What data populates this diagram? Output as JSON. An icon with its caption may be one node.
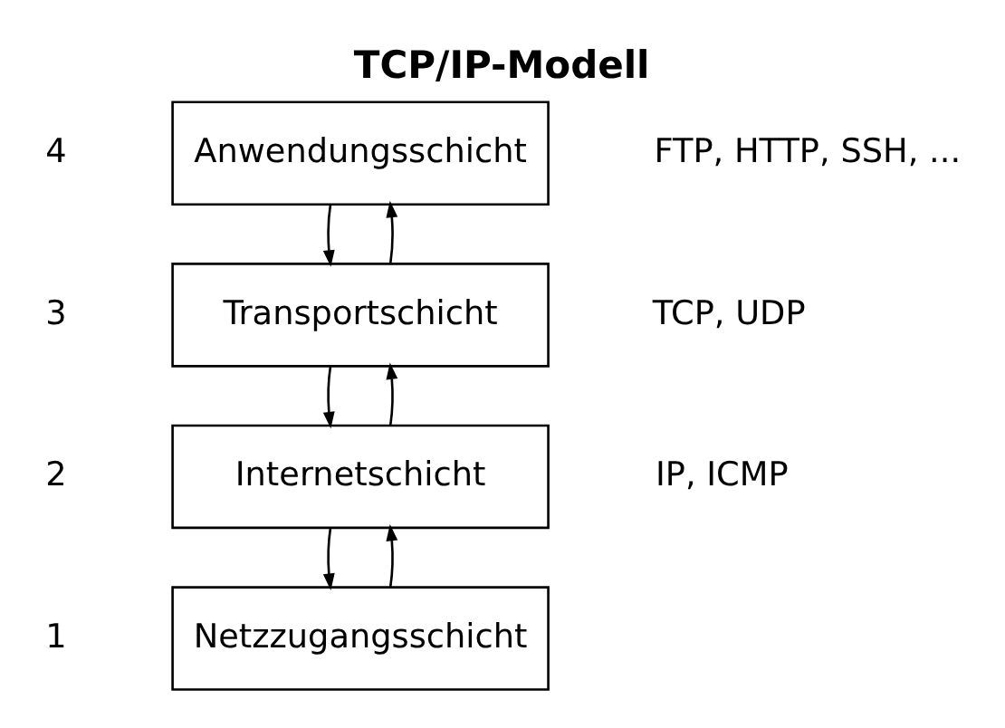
{
  "diagram": {
    "title": "TCP/IP-Modell",
    "nodes": [
      {
        "text": [
          "Anwendungsschicht"
        ],
        "beside": [
          "4"
        ]
      },
      {
        "text": [
          "Transportschicht"
        ],
        "beside": [
          "3"
        ]
      },
      {
        "text": [
          "Internetschicht"
        ],
        "beside": [
          "2"
        ]
      },
      {
        "text": [
          "Netzzugangsschicht"
        ],
        "beside": [
          "1"
        ]
      }
    ],
    "edges": [
      {
        "from": 0,
        "to": 1,
        "arrow": "to"
      },
      {
        "from": 1,
        "to": 0,
        "arrow": "to"
      },
      {
        "from": 1,
        "to": 2,
        "arrow": "to"
      },
      {
        "from": 2,
        "to": 1,
        "arrow": "to"
      },
      {
        "from": 2,
        "to": 3,
        "arrow": "to"
      },
      {
        "from": 3,
        "to": 2,
        "arrow": "to"
      }
    ],
    "labels": [
      "FTP, HTTP, SSH, ...",
      "TCP, UDP",
      "IP, ICMP"
    ]
  }
}
